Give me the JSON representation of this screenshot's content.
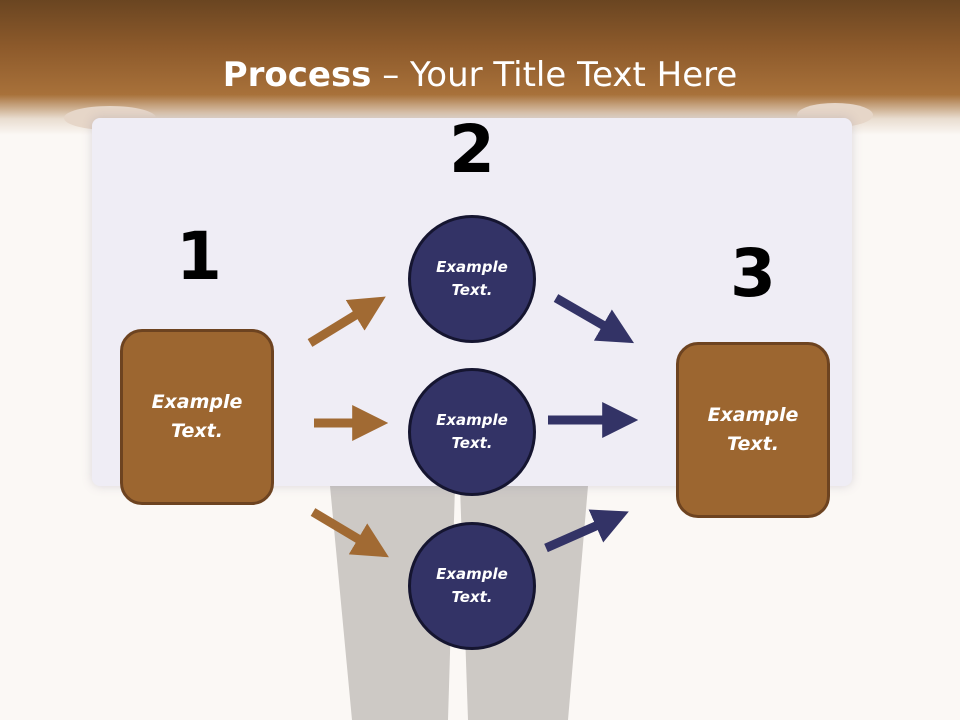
{
  "title": {
    "bold": "Process",
    "rest": " – Your Title Text Here"
  },
  "steps": {
    "one": "1",
    "two": "2",
    "three": "3"
  },
  "box_left": "Example\nText.",
  "box_right": "Example\nText.",
  "circles": {
    "top": "Example\nText.",
    "middle": "Example\nText.",
    "bottom": "Example\nText."
  },
  "colors": {
    "brown": "#9c6630",
    "navy": "#333366",
    "arrow_brown": "#a16a33",
    "arrow_navy": "#333366"
  }
}
